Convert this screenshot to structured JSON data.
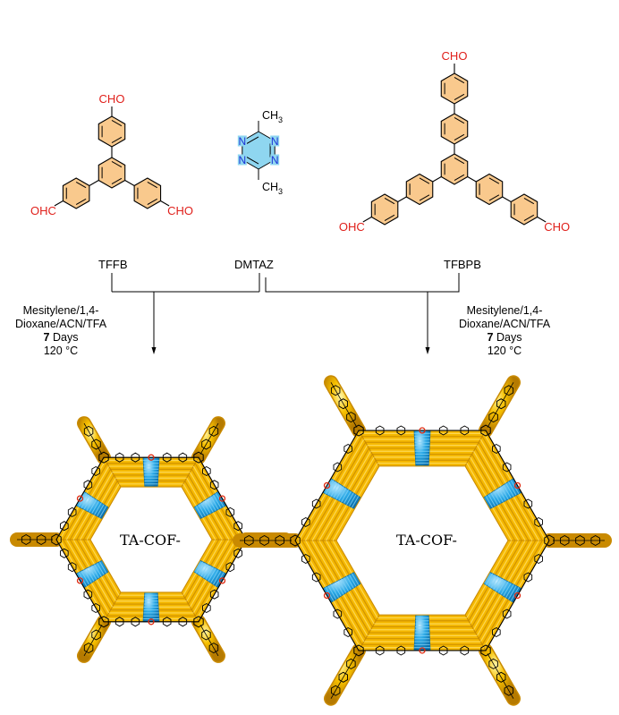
{
  "molecules": {
    "tffb": {
      "label": "TFFB",
      "top_group": "CHO",
      "left_group": "OHC",
      "right_group": "CHO"
    },
    "dmtaz": {
      "label": "DMTAZ",
      "methyl_top": "CH",
      "methyl_top_sub": "3",
      "methyl_bottom": "CH",
      "methyl_bottom_sub": "3",
      "nitrogen": "N"
    },
    "tfbpb": {
      "label": "TFBPB",
      "top_group": "CHO",
      "left_group": "OHC",
      "right_group": "CHO"
    }
  },
  "conditions": {
    "left": {
      "line1": "Mesitylene/1,4-",
      "line2": "Dioxane/ACN/TFA",
      "days_num": "7",
      "days_word": "Days",
      "temp": "120 °C"
    },
    "right": {
      "line1": "Mesitylene/1,4-",
      "line2": "Dioxane/ACN/TFA",
      "days_num": "7",
      "days_word": "Days",
      "temp": "120 °C"
    }
  },
  "products": {
    "small": {
      "label": "TA-COF-"
    },
    "large": {
      "label": "TA-COF-"
    }
  },
  "colors": {
    "ring_fill": "#f9c98d",
    "aldehyde": "#e0201b",
    "triazine_fill": "#8fd6f0",
    "triazine_n": "#1c34d6",
    "cof_yellow": "#f5b800",
    "cof_yellow_dark": "#c98a00",
    "cof_blue": "#27a6e3",
    "cof_bond_red": "#e02a10",
    "line": "#000000"
  }
}
